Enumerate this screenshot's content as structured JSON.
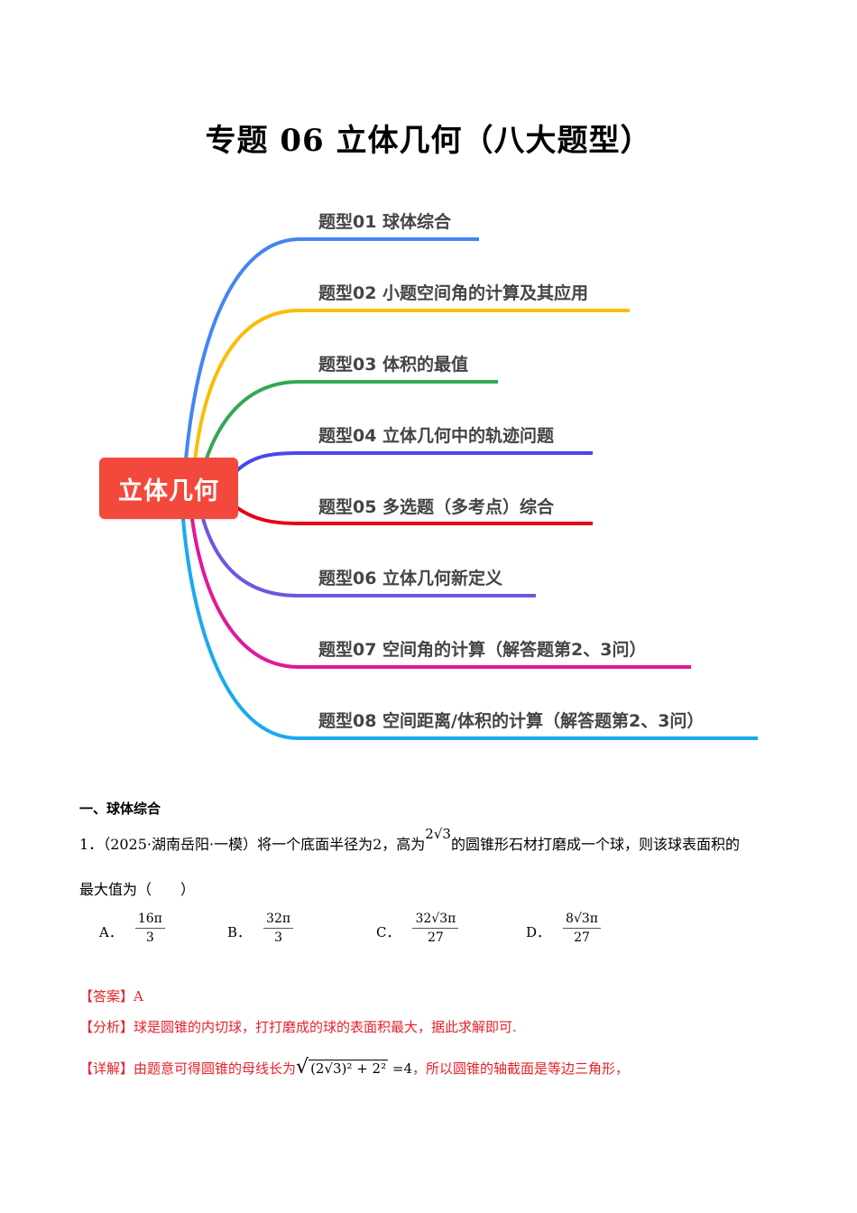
{
  "document": {
    "title": "专题 06 立体几何（八大题型）"
  },
  "mindmap": {
    "center": {
      "label": "立体几何",
      "color": "#f3493d"
    },
    "branches": [
      {
        "label": "题型01  球体综合",
        "color": "#4285f4"
      },
      {
        "label": "题型02  小题空间角的计算及其应用",
        "color": "#fbbc05"
      },
      {
        "label": "题型03  体积的最值",
        "color": "#34a853"
      },
      {
        "label": "题型04  立体几何中的轨迹问题",
        "color": "#4747f0"
      },
      {
        "label": "题型05  多选题（多考点）综合",
        "color": "#e60012"
      },
      {
        "label": "题型06  立体几何新定义",
        "color": "#7155e0"
      },
      {
        "label": "题型07  空间角的计算（解答题第2、3问）",
        "color": "#e0199a"
      },
      {
        "label": "题型08  空间距离/体积的计算（解答题第2、3问）",
        "color": "#1aa9f0"
      }
    ]
  },
  "section": {
    "heading": "一、球体综合"
  },
  "question": {
    "number": "1．",
    "source": "（2025·湖南岳阳·一模）",
    "text_before": "将一个底面半径为2，高为",
    "height_expr": "2√3",
    "text_after": "的圆锥形石材打磨成一个球，则该球表面积的",
    "text_line2": "最大值为（　　）",
    "options": [
      {
        "letter": "A．",
        "numerator": "16π",
        "denominator": "3"
      },
      {
        "letter": "B．",
        "numerator": "32π",
        "denominator": "3"
      },
      {
        "letter": "C．",
        "numerator": "32√3π",
        "denominator": "27"
      },
      {
        "letter": "D．",
        "numerator": "8√3π",
        "denominator": "27"
      }
    ]
  },
  "solution": {
    "answer_tag": "【答案】",
    "answer": "A",
    "analysis_tag": "【分析】",
    "analysis": "球是圆锥的内切球，打打磨成的球的表面积最大，据此求解即可.",
    "detail_tag": "【详解】",
    "detail_before": "由题意可得圆锥的母线长为",
    "detail_expr": "(2√3)² + 2²",
    "detail_eq": "=4",
    "detail_after": "，所以圆锥的轴截面是等边三角形，"
  }
}
